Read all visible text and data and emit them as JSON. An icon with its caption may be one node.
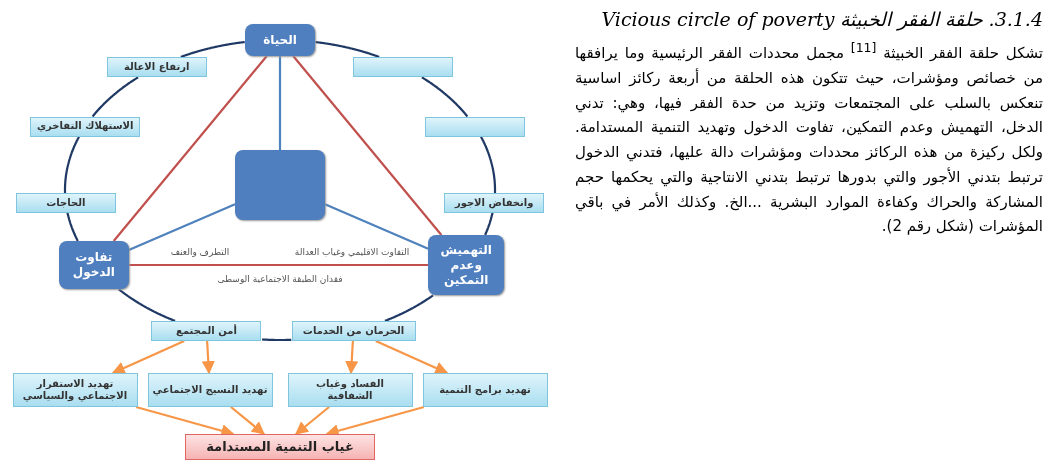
{
  "diagram": {
    "title": "3.1.4. حلقة الفقر الخبيثة Vicious circle of poverty",
    "nodes": [
      {
        "text": [
          "الحياة"
        ]
      },
      {
        "text": [
          "ارتفاع الاعالة"
        ]
      },
      {
        "text": [
          "الاستهلاك التفاخري"
        ]
      },
      {
        "text": [
          "الحاجات"
        ]
      },
      {
        "text": [],
        "shape": "box"
      },
      {
        "text": [],
        "shape": "box"
      },
      {
        "text": [
          "وانخفاض الاجور"
        ]
      },
      {
        "text": [],
        "shape": "box"
      },
      {
        "text": [
          "تفاوت الدخول"
        ]
      },
      {
        "text": [
          "التهميش وعدم التمكين"
        ]
      },
      {
        "text": [
          "أمن المجتمع"
        ]
      },
      {
        "text": [
          "الحرمان من الخدمات"
        ]
      },
      {
        "text": [
          "تهديد الاستقرار الاجتماعي والسياسي"
        ]
      },
      {
        "text": [
          "تهديد النسيج الاجتماعي"
        ]
      },
      {
        "text": [
          "الفساد وغياب الشفافية"
        ]
      },
      {
        "text": [
          "تهديد برامج التنمية"
        ]
      },
      {
        "text": [
          "غياب التنمية المستدامة"
        ]
      }
    ],
    "edges": [
      {
        "from": 0,
        "to": 1,
        "arrow": "none"
      },
      {
        "from": 1,
        "to": 2,
        "arrow": "none"
      },
      {
        "from": 2,
        "to": 3,
        "arrow": "none"
      },
      {
        "from": 3,
        "to": 8,
        "arrow": "none"
      },
      {
        "from": 8,
        "to": 10,
        "arrow": "none"
      },
      {
        "from": 10,
        "to": 11,
        "arrow": "none"
      },
      {
        "from": 11,
        "to": 9,
        "arrow": "none"
      },
      {
        "from": 9,
        "to": 6,
        "arrow": "none"
      },
      {
        "from": 6,
        "to": 5,
        "arrow": "none"
      },
      {
        "from": 5,
        "to": 4,
        "arrow": "none"
      },
      {
        "from": 4,
        "to": 0,
        "arrow": "none"
      },
      {
        "from": 0,
        "to": 8,
        "arrow": "none",
        "color": "#c0504d"
      },
      {
        "from": 0,
        "to": 9,
        "arrow": "none",
        "color": "#c0504d"
      },
      {
        "from": 8,
        "to": 9,
        "arrow": "none",
        "color": "#c0504d"
      },
      {
        "from": 7,
        "to": 0,
        "arrow": "none",
        "color": "#4f81bd"
      },
      {
        "from": 7,
        "to": 8,
        "arrow": "none",
        "color": "#4f81bd"
      },
      {
        "from": 7,
        "to": 9,
        "arrow": "none",
        "color": "#4f81bd"
      },
      {
        "from": 10,
        "to": 12,
        "arrow": "to",
        "color": "#f79646"
      },
      {
        "from": 10,
        "to": 13,
        "arrow": "to",
        "color": "#f79646"
      },
      {
        "from": 11,
        "to": 14,
        "arrow": "to",
        "color": "#f79646"
      },
      {
        "from": 11,
        "to": 15,
        "arrow": "to",
        "color": "#f79646"
      },
      {
        "from": 12,
        "to": 16,
        "arrow": "to",
        "color": "#f79646"
      },
      {
        "from": 13,
        "to": 16,
        "arrow": "to",
        "color": "#f79646"
      },
      {
        "from": 14,
        "to": 16,
        "arrow": "to",
        "color": "#f79646"
      },
      {
        "from": 15,
        "to": 16,
        "arrow": "to",
        "color": "#f79646"
      }
    ],
    "labels": [
      "تشكل حلقة الفقر الخبيثة $^{[11]}$ مجمل محددات الفقر الرئيسية وما يرافقها من خصائص ومؤشرات، حيث تتكون هذه الحلقة من أربعة ركائز اساسية تنعكس بالسلب على المجتمعات وتزيد من حدة الفقر فيها، وهي: تدني الدخل، التهميش وعدم التمكين، تفاوت الدخول وتهديد التنمية المستدامة. ولكل ركيزة من هذه الركائز محددات ومؤشرات دالة عليها، فتدني الدخول ترتبط بتدني الأجور والتي بدورها ترتبط بتدني الانتاجية والتي يحكمها حجم المشاركة والحراك وكفاءة الموارد البشرية ...الخ. وكذلك الأمر في باقي المؤشرات (شكل رقم 2).",
      "التطرف والعنف",
      "التفاوت الاقليمي وغياب العدالة",
      "فقدان الطبقة الاجتماعية الوسطى"
    ]
  }
}
